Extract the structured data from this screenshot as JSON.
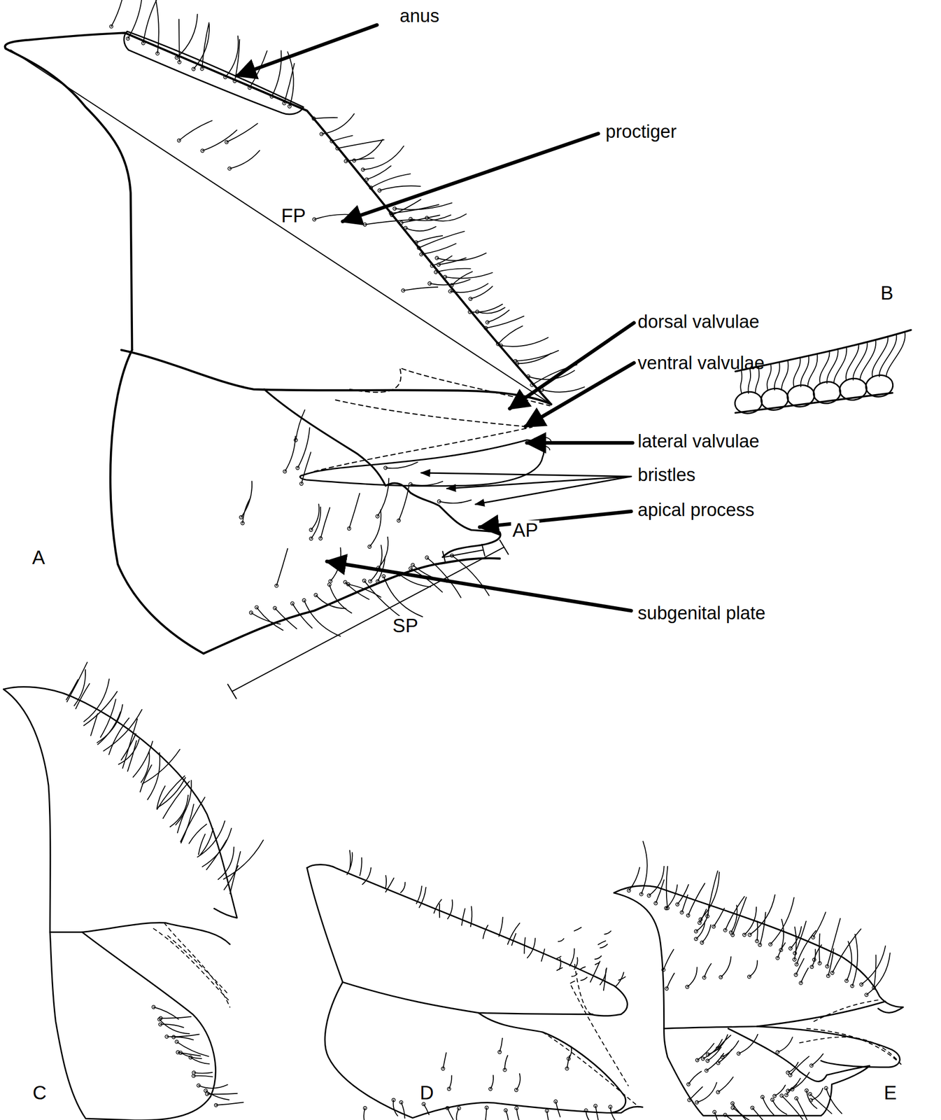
{
  "diagram": {
    "labels": [
      "anus",
      "proctiger",
      "FP",
      "dorsal valvulae",
      "ventral valvulae",
      "lateral valvulae",
      "bristles",
      "apical process",
      "AP",
      "subgenital plate",
      "SP",
      "A",
      "B",
      "C",
      "D",
      "E"
    ]
  }
}
